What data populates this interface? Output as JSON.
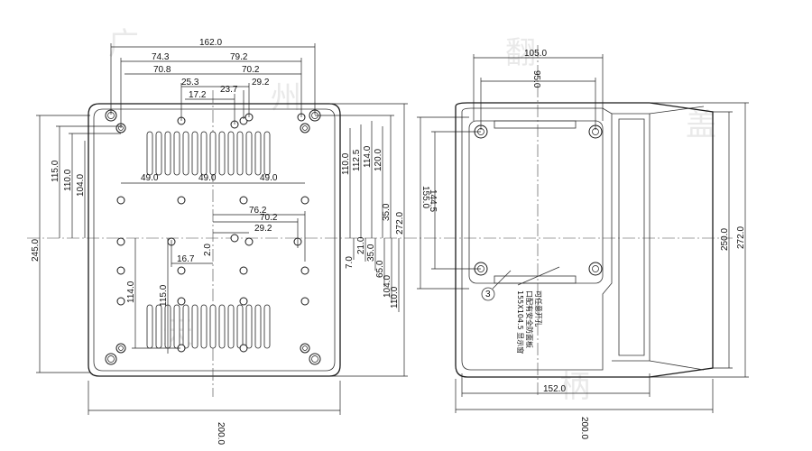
{
  "front_view": {
    "top_dims": [
      "162.0",
      "74.3",
      "79.2",
      "70.8",
      "70.2",
      "25.3",
      "29.2",
      "17.2",
      "23.7"
    ],
    "mid_dims": [
      "49.0",
      "49.0",
      "49.0",
      "76.2",
      "70.2",
      "29.2",
      "2.0",
      "16.7"
    ],
    "left_dims": [
      "115.0",
      "110.0",
      "104.0",
      "245.0",
      "114.0",
      "115.0"
    ],
    "right_dims": [
      "120.0",
      "114.0",
      "112.5",
      "110.0",
      "35.0",
      "272.0",
      "21.0",
      "35.0",
      "7.0",
      "65.0",
      "104.0",
      "110.0"
    ],
    "bottom_dim": "200.0"
  },
  "side_view": {
    "top_dims": [
      "105.0",
      "95.0"
    ],
    "left_dims": [
      "155.0",
      "144.5"
    ],
    "right_dims": [
      "250.0",
      "272.0"
    ],
    "bottom_dims": [
      "152.0",
      "200.0"
    ],
    "callout": "3",
    "note_lines": [
      "155X104.5 显示窗",
      "口配有安全防面板",
      "可任意开孔"
    ]
  },
  "watermark": [
    "广",
    "州",
    "翻",
    "盖",
    "天",
    "柄"
  ]
}
